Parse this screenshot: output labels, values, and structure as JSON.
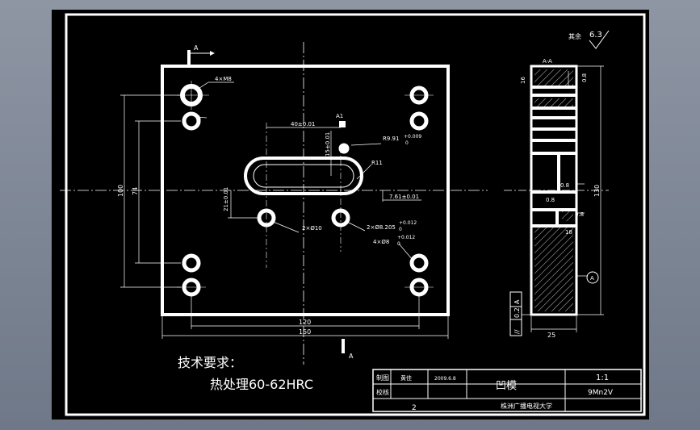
{
  "surface_finish": {
    "label": "其余",
    "value": "6.3"
  },
  "section_label": "A-A",
  "section_markers": [
    "A",
    "A"
  ],
  "datum_label": "A",
  "tolerance_frame": {
    "symbol": "//",
    "value": "0.2",
    "datum": "A"
  },
  "dims": {
    "holes_m8": "4×M8",
    "dim_40": "40±0.01",
    "dim_r99": "R9.91",
    "dim_r99_tol": "+0.009",
    "dim_r99_tol2": "0",
    "dim_r11": "R11",
    "dim_761": "7.61±0.01",
    "dim_vert_small": "15±0.01",
    "dim_21": "21±0.01",
    "dim_100": "100",
    "dim_74": "74",
    "holes_10": "2×Ø10",
    "holes_8205": "2×Ø8.205",
    "holes_8205_tol": "+0.012",
    "holes_8205_tol2": "0",
    "holes_8": "4×Ø8",
    "holes_8_tol": "+0.012",
    "holes_8_tol2": "0",
    "dim_120": "120",
    "dim_150": "150",
    "dim_130": "130",
    "dim_25": "25",
    "dim_08a": "0.8",
    "dim_08b": "0.8",
    "dim_08c": "0.8",
    "dim_08d": "0.8",
    "dim_16": "16",
    "dim_18": "18",
    "label_a1": "A1",
    "label_a2": "A"
  },
  "tech_req": {
    "title": "技术要求：",
    "line1": "热处理60-62HRC"
  },
  "title_block": {
    "row1_label": "制图",
    "row1_name": "黄佳",
    "row1_date": "2009.6.8",
    "part_name": "凹模",
    "scale": "1:1",
    "row2_label": "校核",
    "material": "9Mn2V",
    "sheet_no": "2",
    "school": "株洲广播电视大学"
  }
}
